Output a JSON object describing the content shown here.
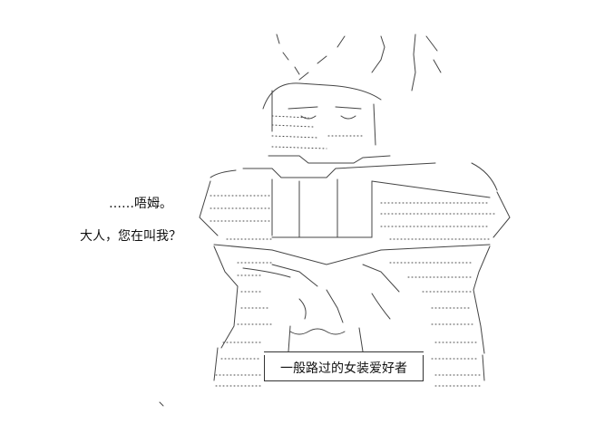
{
  "dialogue": {
    "line1": "……唔姆。",
    "line2": "大人，您在叫我？"
  },
  "sign": {
    "text": "一般路过的女装爱好者"
  },
  "colors": {
    "ink": "#333333",
    "background": "#ffffff"
  }
}
